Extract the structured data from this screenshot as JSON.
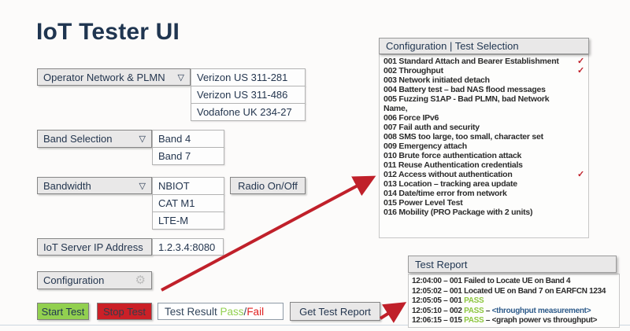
{
  "palette": {
    "navy": "#1f3550",
    "green": "#92d050",
    "pass_green": "#8dc63f",
    "fail_red": "#e02020",
    "stop_red": "#cb2027",
    "arrow_red": "#c0202a",
    "report_blue": "#2e5b8a",
    "dark_text": "#2b2b2b"
  },
  "icons": {
    "dropdown": "▽",
    "gear": "⚙",
    "check": "✓"
  },
  "title": "IoT Tester UI",
  "controls": {
    "operator": {
      "label": "Operator Network & PLMN",
      "options": [
        "Verizon US 311-281",
        "Verizon US 311-486",
        "Vodafone UK 234-27"
      ]
    },
    "band": {
      "label": "Band Selection",
      "options": [
        "Band 4",
        "Band 7"
      ]
    },
    "bandwidth": {
      "label": "Bandwidth",
      "options": [
        "NBIOT",
        "CAT M1",
        "LTE-M"
      ]
    },
    "radio_button": "Radio On/Off",
    "ip": {
      "label": "IoT Server IP Address",
      "value": "1.2.3.4:8080"
    },
    "configuration_button": "Configuration",
    "start_button": "Start Test",
    "stop_button": "Stop Test",
    "test_result": {
      "prefix": "Test Result ",
      "pass": "Pass",
      "separator": "/",
      "fail": "Fail"
    },
    "get_report_button": "Get Test Report"
  },
  "test_selection": {
    "header": "Configuration | Test Selection",
    "items": [
      {
        "label": "001 Standard Attach and Bearer Establishment",
        "checked": true
      },
      {
        "label": "002 Throughput",
        "checked": true
      },
      {
        "label": "003 Network initiated detach",
        "checked": false
      },
      {
        "label": "004 Battery test – bad NAS flood messages",
        "checked": false
      },
      {
        "label": "005 Fuzzing S1AP - Bad PLMN, bad Network\nName,",
        "checked": false
      },
      {
        "label": "006 Force IPv6",
        "checked": false
      },
      {
        "label": "007 Fail auth and security",
        "checked": false
      },
      {
        "label": "008 SMS too large, too small, character set",
        "checked": false
      },
      {
        "label": "009 Emergency attach",
        "checked": false
      },
      {
        "label": "010 Brute force authentication attack",
        "checked": false
      },
      {
        "label": "011 Reuse Authentication credentials",
        "checked": false
      },
      {
        "label": "012 Access without authentication",
        "checked": true
      },
      {
        "label": "013 Location – tracking area update",
        "checked": false
      },
      {
        "label": "014 Date/time error from network",
        "checked": false
      },
      {
        "label": "015 Power Level Test",
        "checked": false
      },
      {
        "label": "016 Mobility (PRO Package with 2 units)",
        "checked": false
      }
    ]
  },
  "test_report": {
    "header": "Test Report",
    "lines": [
      [
        [
          "12:04:00 – 001 Failed to Locate UE on Band 4",
          "dark"
        ]
      ],
      [
        [
          "12:05:02 – 001 Located UE on Band 7 on EARFCN 1234",
          "dark"
        ]
      ],
      [
        [
          "12:05:05 – 001 ",
          "dark"
        ],
        [
          "PASS",
          "green"
        ]
      ],
      [
        [
          "12:05:10 – 002 ",
          "dark"
        ],
        [
          "PASS",
          "green"
        ],
        [
          " – ",
          "dark"
        ],
        [
          "<throughput measurement>",
          "blue"
        ]
      ],
      [
        [
          "12:06:15 – 015 ",
          "dark"
        ],
        [
          "PASS",
          "green"
        ],
        [
          " – ",
          "dark"
        ],
        [
          "<graph power vs throughput>",
          "dark"
        ]
      ]
    ]
  }
}
